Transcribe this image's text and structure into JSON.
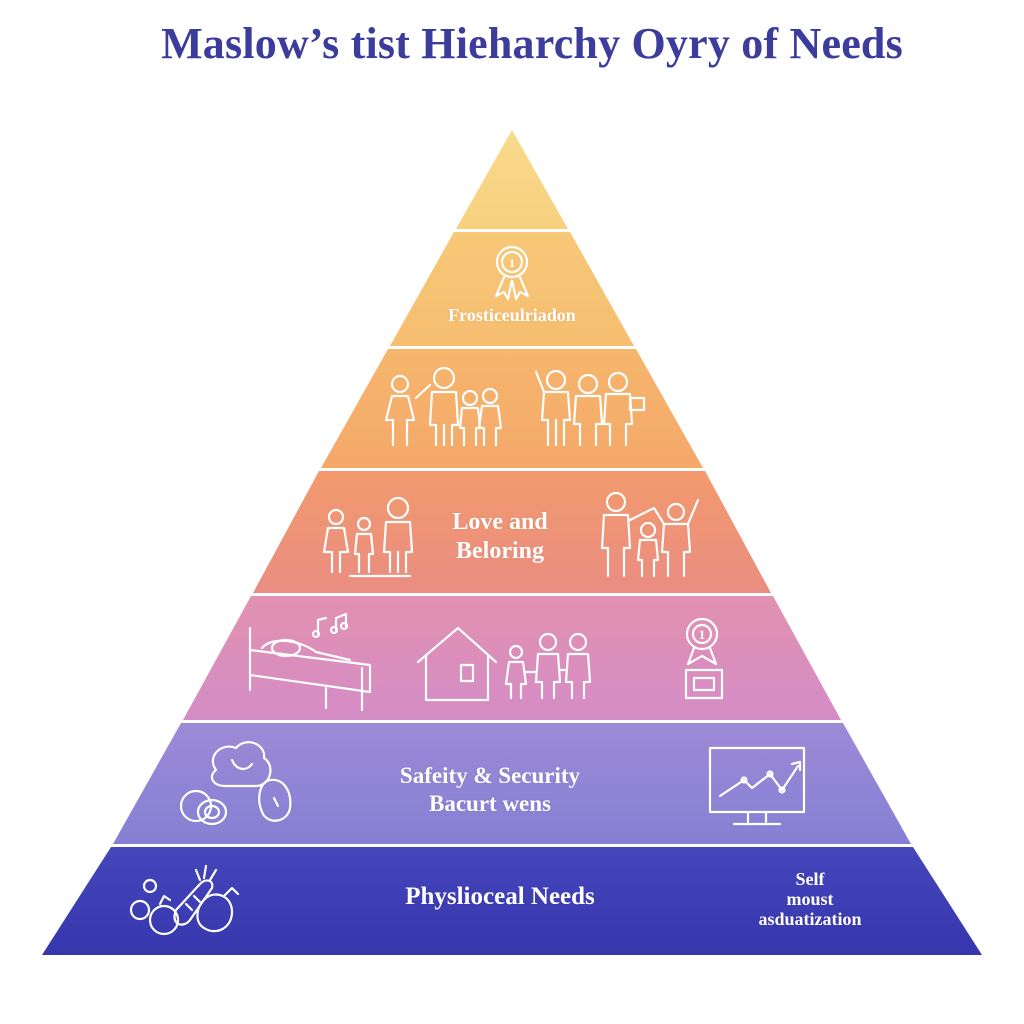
{
  "title": "Maslow’s tist Hieharchy Oyry of Needs",
  "colors": {
    "title": "#3c3c9c",
    "level1": "#f8d98a",
    "level2": "#f7c576",
    "level3": "#f6b46c",
    "level4": "#f2906f",
    "level5": "#df8eba",
    "level6": "#8f83d4",
    "level7": "#3c3db3",
    "divider": "#ffffff"
  },
  "levels": {
    "l2": {
      "label": "Frosticeulriadon",
      "icon": "award-ribbon-icon"
    },
    "l3": {
      "icons": [
        "family-group-icon",
        "friends-group-icon"
      ]
    },
    "l4": {
      "label_line1": "Love and",
      "label_line2": "Beloring",
      "icons": [
        "family-icon",
        "celebrating-group-icon"
      ]
    },
    "l5": {
      "icons": [
        "bed-sleep-icon",
        "house-icon",
        "people-holding-hands-icon",
        "trophy-award-icon"
      ]
    },
    "l6": {
      "label_line1": "Safeity & Security",
      "label_line2": "Bacurt wens",
      "icons": [
        "vegetables-icon",
        "growth-chart-monitor-icon"
      ]
    },
    "l7": {
      "label": "Physlioceal Needs",
      "side_line1": "Self",
      "side_line2": "moust",
      "side_line3": "asduatization",
      "icons": [
        "fruits-vegetables-icon"
      ]
    }
  }
}
